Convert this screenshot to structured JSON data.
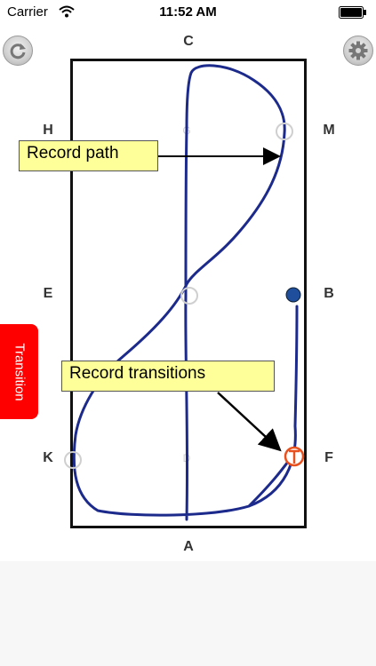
{
  "status_bar": {
    "carrier": "Carrier",
    "time": "11:52 AM"
  },
  "toolbar": {
    "refresh_icon": "refresh-icon",
    "settings_icon": "gear-icon"
  },
  "arena": {
    "letters": {
      "top": "C",
      "bottom": "A",
      "left_upper": "H",
      "left_middle": "E",
      "left_lower": "K",
      "right_upper": "M",
      "right_middle": "B",
      "right_lower": "F"
    },
    "path_color": "#1c2a8c",
    "transition_marker_color": "#e8501e",
    "start_marker_color": "#1f4e9c"
  },
  "callouts": {
    "record_path": "Record path",
    "record_transitions": "Record transitions"
  },
  "transition_tab": {
    "label": "Transition",
    "color": "#ff0000"
  }
}
